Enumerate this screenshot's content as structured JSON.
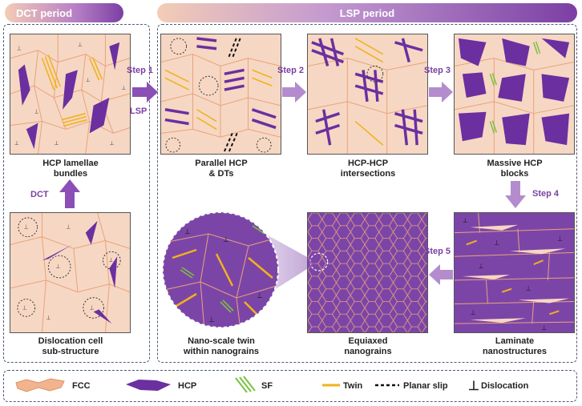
{
  "periods": {
    "dct": "DCT period",
    "lsp": "LSP period"
  },
  "steps": {
    "step1": "Step 1",
    "step1_sub": "LSP",
    "step2": "Step 2",
    "step3": "Step 3",
    "step4": "Step 4",
    "step5": "Step 5",
    "dct_arrow": "DCT"
  },
  "captions": {
    "hcp_lamellae": [
      "HCP lamellae",
      "bundles"
    ],
    "dislocation_cell": [
      "Dislocation cell",
      "sub-structure"
    ],
    "parallel_hcp": [
      "Parallel HCP",
      "& DTs"
    ],
    "hcp_intersections": [
      "HCP-HCP",
      "intersections"
    ],
    "massive_hcp": [
      "Massive HCP",
      "blocks"
    ],
    "laminate": [
      "Laminate",
      "nanostructures"
    ],
    "equiaxed": [
      "Equiaxed",
      "nanograins"
    ],
    "nanoscale_twin": [
      "Nano-scale twin",
      "within nanograins"
    ]
  },
  "legend": {
    "fcc": "FCC",
    "hcp": "HCP",
    "sf": "SF",
    "twin": "Twin",
    "planar_slip": "Planar slip",
    "dislocation": "Dislocation",
    "dislocation_symbol": "⊥"
  },
  "colors": {
    "fcc": "#f6d7c3",
    "fcc_boundary": "#e9a37a",
    "hcp": "#6b2fa0",
    "twin": "#f2b21b",
    "sf": "#7bc043",
    "accent": "#7b3fa4"
  }
}
